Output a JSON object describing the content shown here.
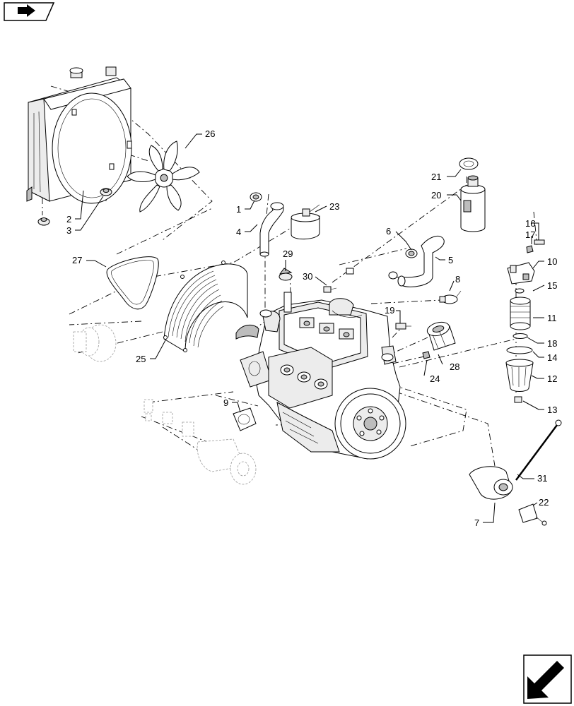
{
  "parts": [
    {
      "id": "radiator",
      "callout": ""
    },
    {
      "id": "clamp-upper-hose",
      "callout": "1"
    },
    {
      "id": "radiator-cap-bottom",
      "callout": "2"
    },
    {
      "id": "plug-drain",
      "callout": "3"
    },
    {
      "id": "hose-upper",
      "callout": "4"
    },
    {
      "id": "hose-lower",
      "callout": "5"
    },
    {
      "id": "clamp-lower-hose",
      "callout": "6"
    },
    {
      "id": "muffler",
      "callout": "7"
    },
    {
      "id": "sensor-8",
      "callout": "8"
    },
    {
      "id": "gasket-9",
      "callout": "9"
    },
    {
      "id": "fuel-filter-head",
      "callout": "10"
    },
    {
      "id": "filter-element",
      "callout": "11"
    },
    {
      "id": "filter-bowl",
      "callout": "12"
    },
    {
      "id": "drain-valve-13",
      "callout": "13"
    },
    {
      "id": "o-ring-14",
      "callout": "14"
    },
    {
      "id": "spring-15",
      "callout": "15"
    },
    {
      "id": "fitting-16",
      "callout": "16"
    },
    {
      "id": "fitting-17",
      "callout": "17"
    },
    {
      "id": "seal-18",
      "callout": "18"
    },
    {
      "id": "bolt-19",
      "callout": "19"
    },
    {
      "id": "reservoir-20",
      "callout": "20"
    },
    {
      "id": "cap-21",
      "callout": "21"
    },
    {
      "id": "bracket-22",
      "callout": "22"
    },
    {
      "id": "pump-23",
      "callout": "23"
    },
    {
      "id": "plug-24",
      "callout": "24"
    },
    {
      "id": "fan-guard-25",
      "callout": "25"
    },
    {
      "id": "fan-26",
      "callout": "26"
    },
    {
      "id": "belt-27",
      "callout": "27"
    },
    {
      "id": "oil-filter-28",
      "callout": "28"
    },
    {
      "id": "oil-cap-29",
      "callout": "29"
    },
    {
      "id": "sensor-30",
      "callout": "30"
    },
    {
      "id": "dipstick-31",
      "callout": "31"
    }
  ]
}
